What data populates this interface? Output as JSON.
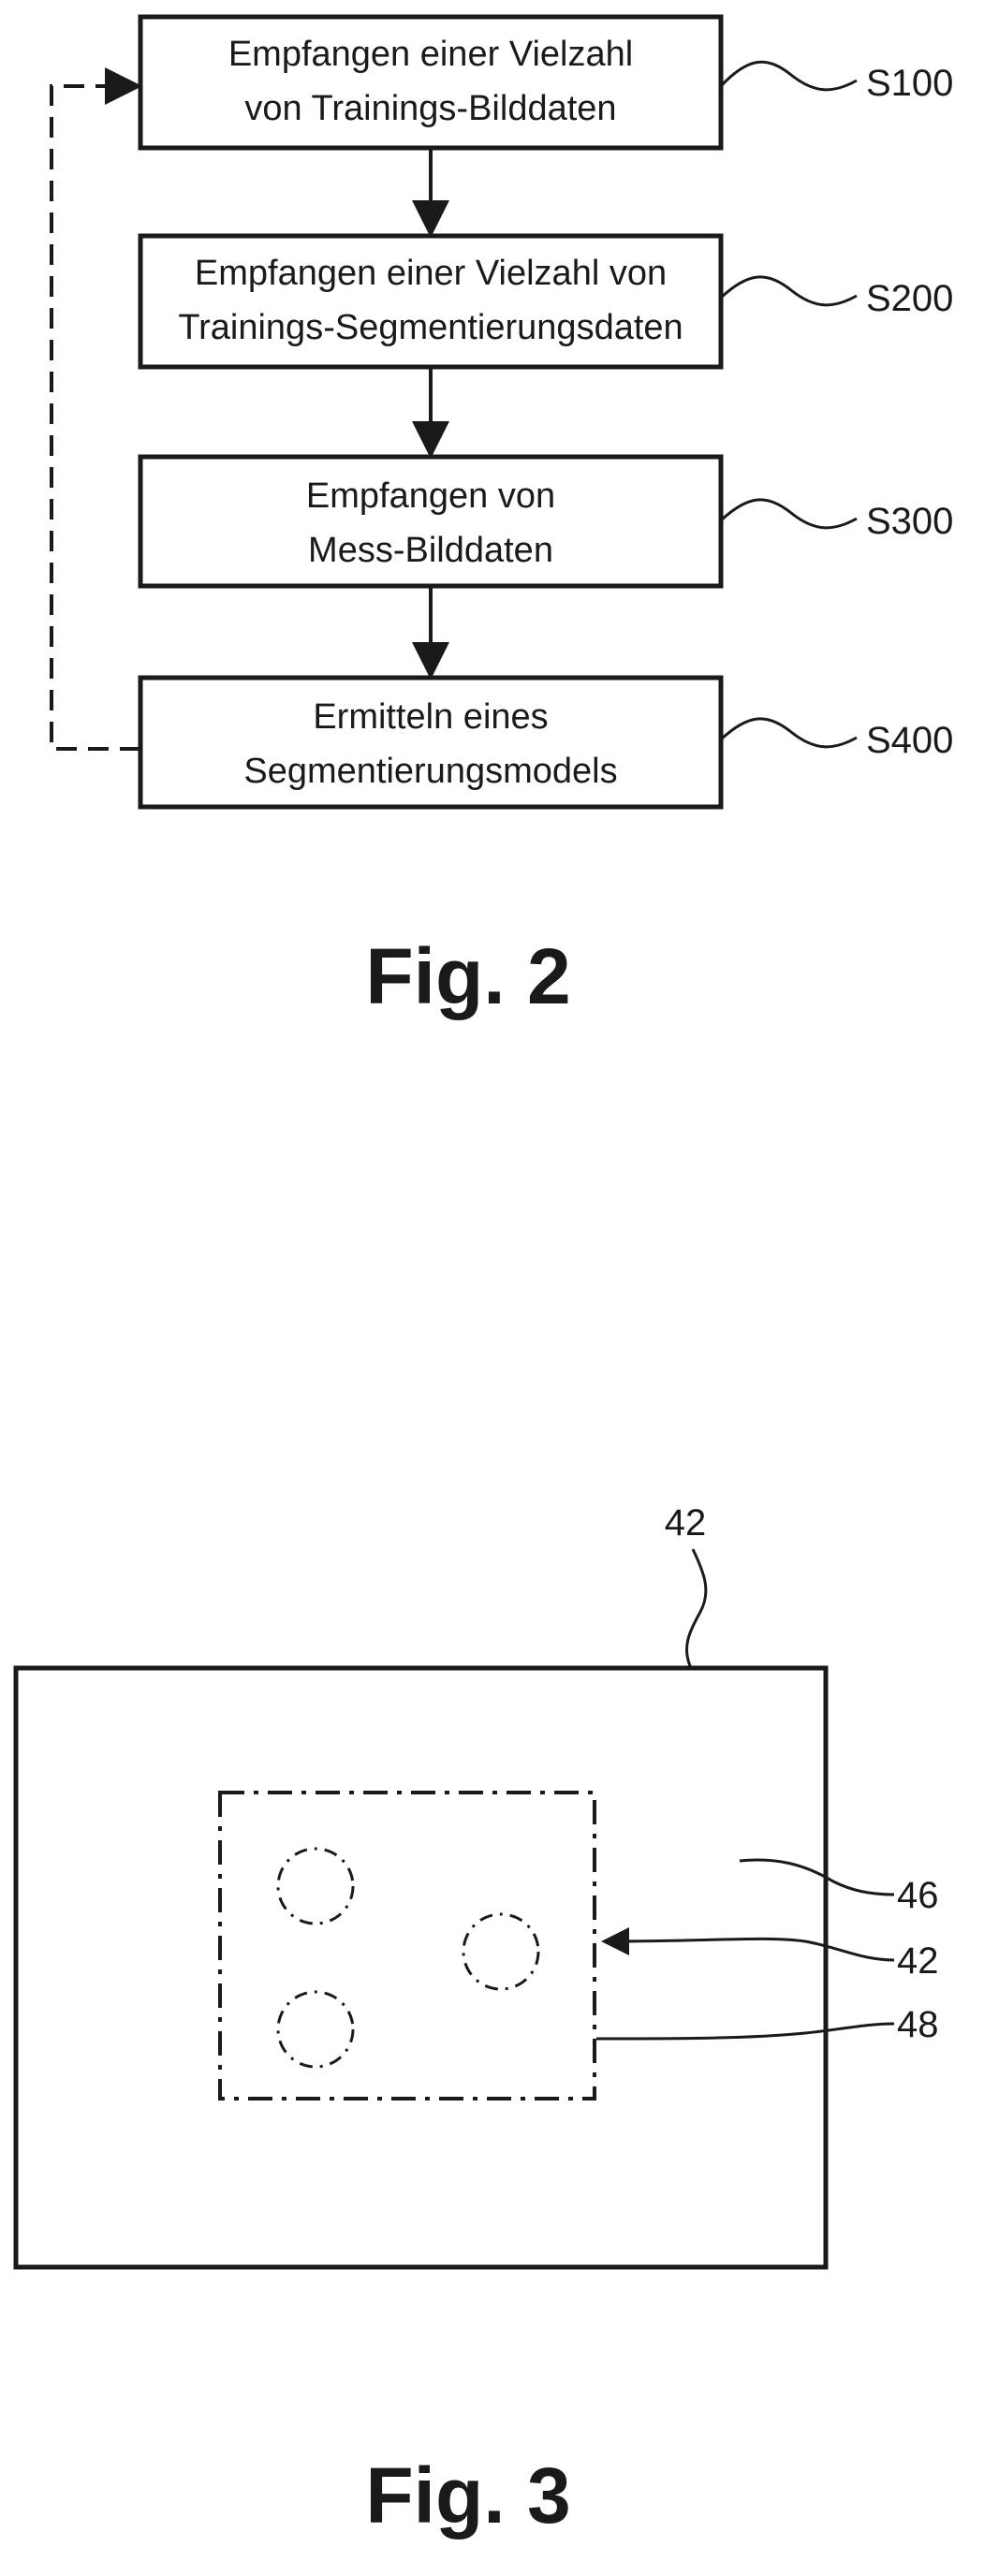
{
  "figure2": {
    "caption": "Fig. 2",
    "steps": [
      {
        "id": "S100",
        "line1": "Empfangen einer Vielzahl",
        "line2": "von Trainings-Bilddaten"
      },
      {
        "id": "S200",
        "line1": "Empfangen einer Vielzahl von",
        "line2": "Trainings-Segmentierungsdaten"
      },
      {
        "id": "S300",
        "line1": "Empfangen von",
        "line2": "Mess-Bilddaten"
      },
      {
        "id": "S400",
        "line1": "Ermitteln eines",
        "line2": "Segmentierungsmodels"
      }
    ]
  },
  "figure3": {
    "caption": "Fig. 3",
    "refs": {
      "outer": "42",
      "area": "46",
      "region": "42",
      "border": "48"
    }
  }
}
